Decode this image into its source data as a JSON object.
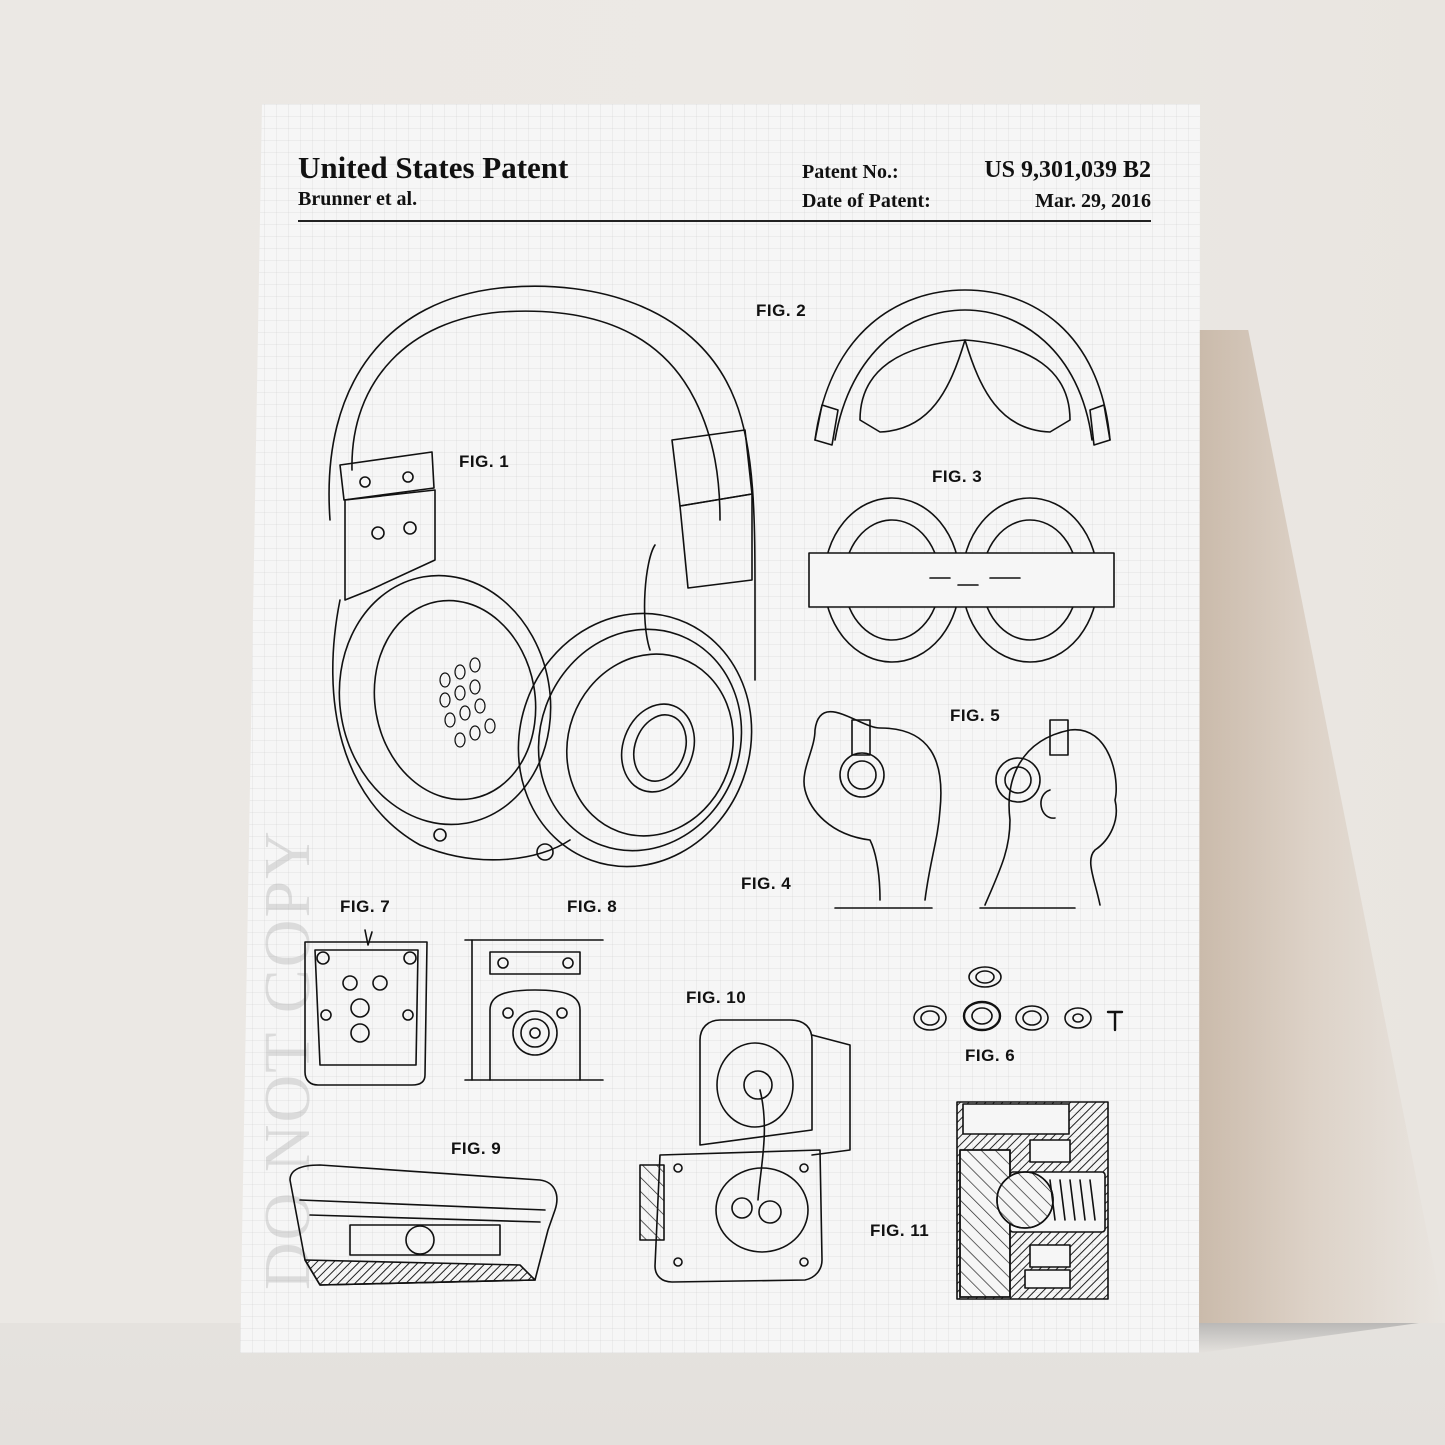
{
  "header": {
    "title": "United States Patent",
    "inventors": "Brunner et al.",
    "patent_no_label": "Patent No.:",
    "patent_no": "US 9,301,039 B2",
    "date_label": "Date of Patent:",
    "date": "Mar. 29, 2016"
  },
  "figures": {
    "fig1": "FIG. 1",
    "fig2": "FIG. 2",
    "fig3": "FIG. 3",
    "fig4": "FIG. 4",
    "fig5": "FIG. 5",
    "fig6": "FIG. 6",
    "fig7": "FIG. 7",
    "fig8": "FIG. 8",
    "fig9": "FIG. 9",
    "fig10": "FIG. 10",
    "fig11": "FIG. 11"
  },
  "watermark": "DO NOT COPY",
  "colors": {
    "wall": "#ebe8e4",
    "paper": "#f6f6f6",
    "ink": "#111111",
    "shadow": "#b0967d"
  }
}
